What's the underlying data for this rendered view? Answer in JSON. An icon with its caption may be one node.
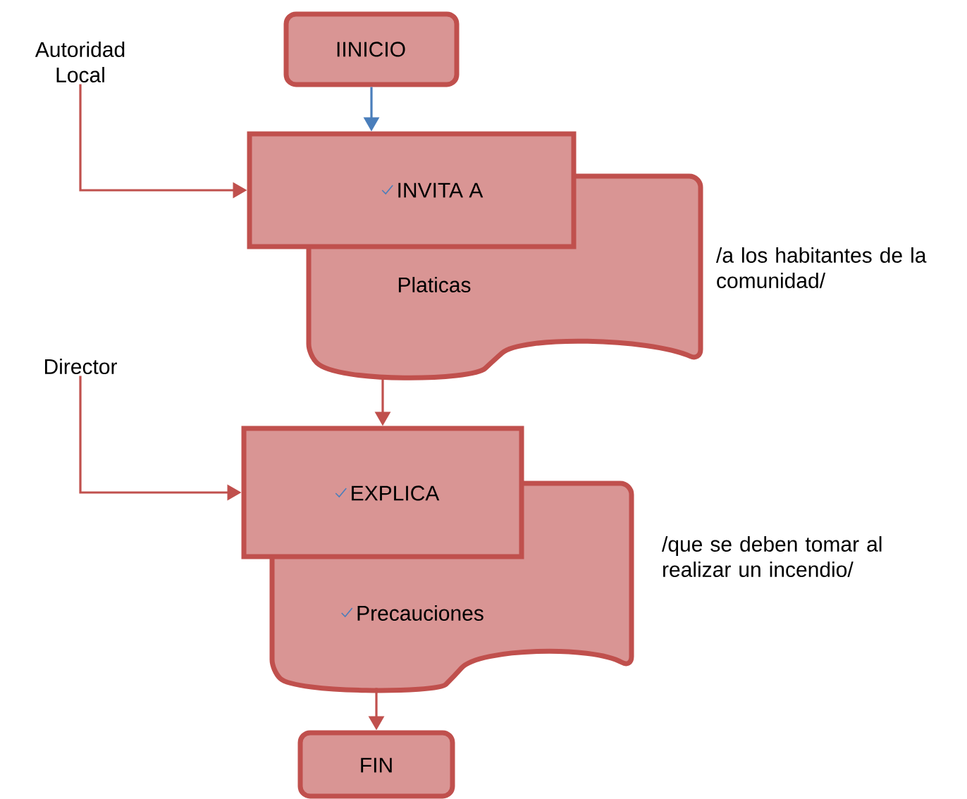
{
  "diagram": {
    "nodes": [
      {
        "text": [
          "IINICIO"
        ]
      },
      {
        "text": [
          "INVITA A"
        ]
      },
      {
        "text": [
          "Platicas"
        ],
        "beside": [
          "/a los habitantes de la comunidad/"
        ]
      },
      {
        "text": [
          "EXPLICA"
        ]
      },
      {
        "text": [
          "Precauciones"
        ],
        "beside": [
          "/que se deben tomar al realizar un incendio/"
        ]
      },
      {
        "text": [
          "FIN"
        ]
      },
      {
        "text": [
          "Autoridad Local"
        ]
      },
      {
        "text": [
          "Director"
        ]
      }
    ],
    "edges": [
      {
        "from": 0,
        "to": 1,
        "arrow": "to",
        "color": "#4a7ebb"
      },
      {
        "from": 2,
        "to": 3,
        "arrow": "to"
      },
      {
        "from": 4,
        "to": 5,
        "arrow": "to"
      },
      {
        "from": 6,
        "to": 1,
        "arrow": "to"
      },
      {
        "from": 7,
        "to": 3,
        "arrow": "to"
      }
    ]
  }
}
